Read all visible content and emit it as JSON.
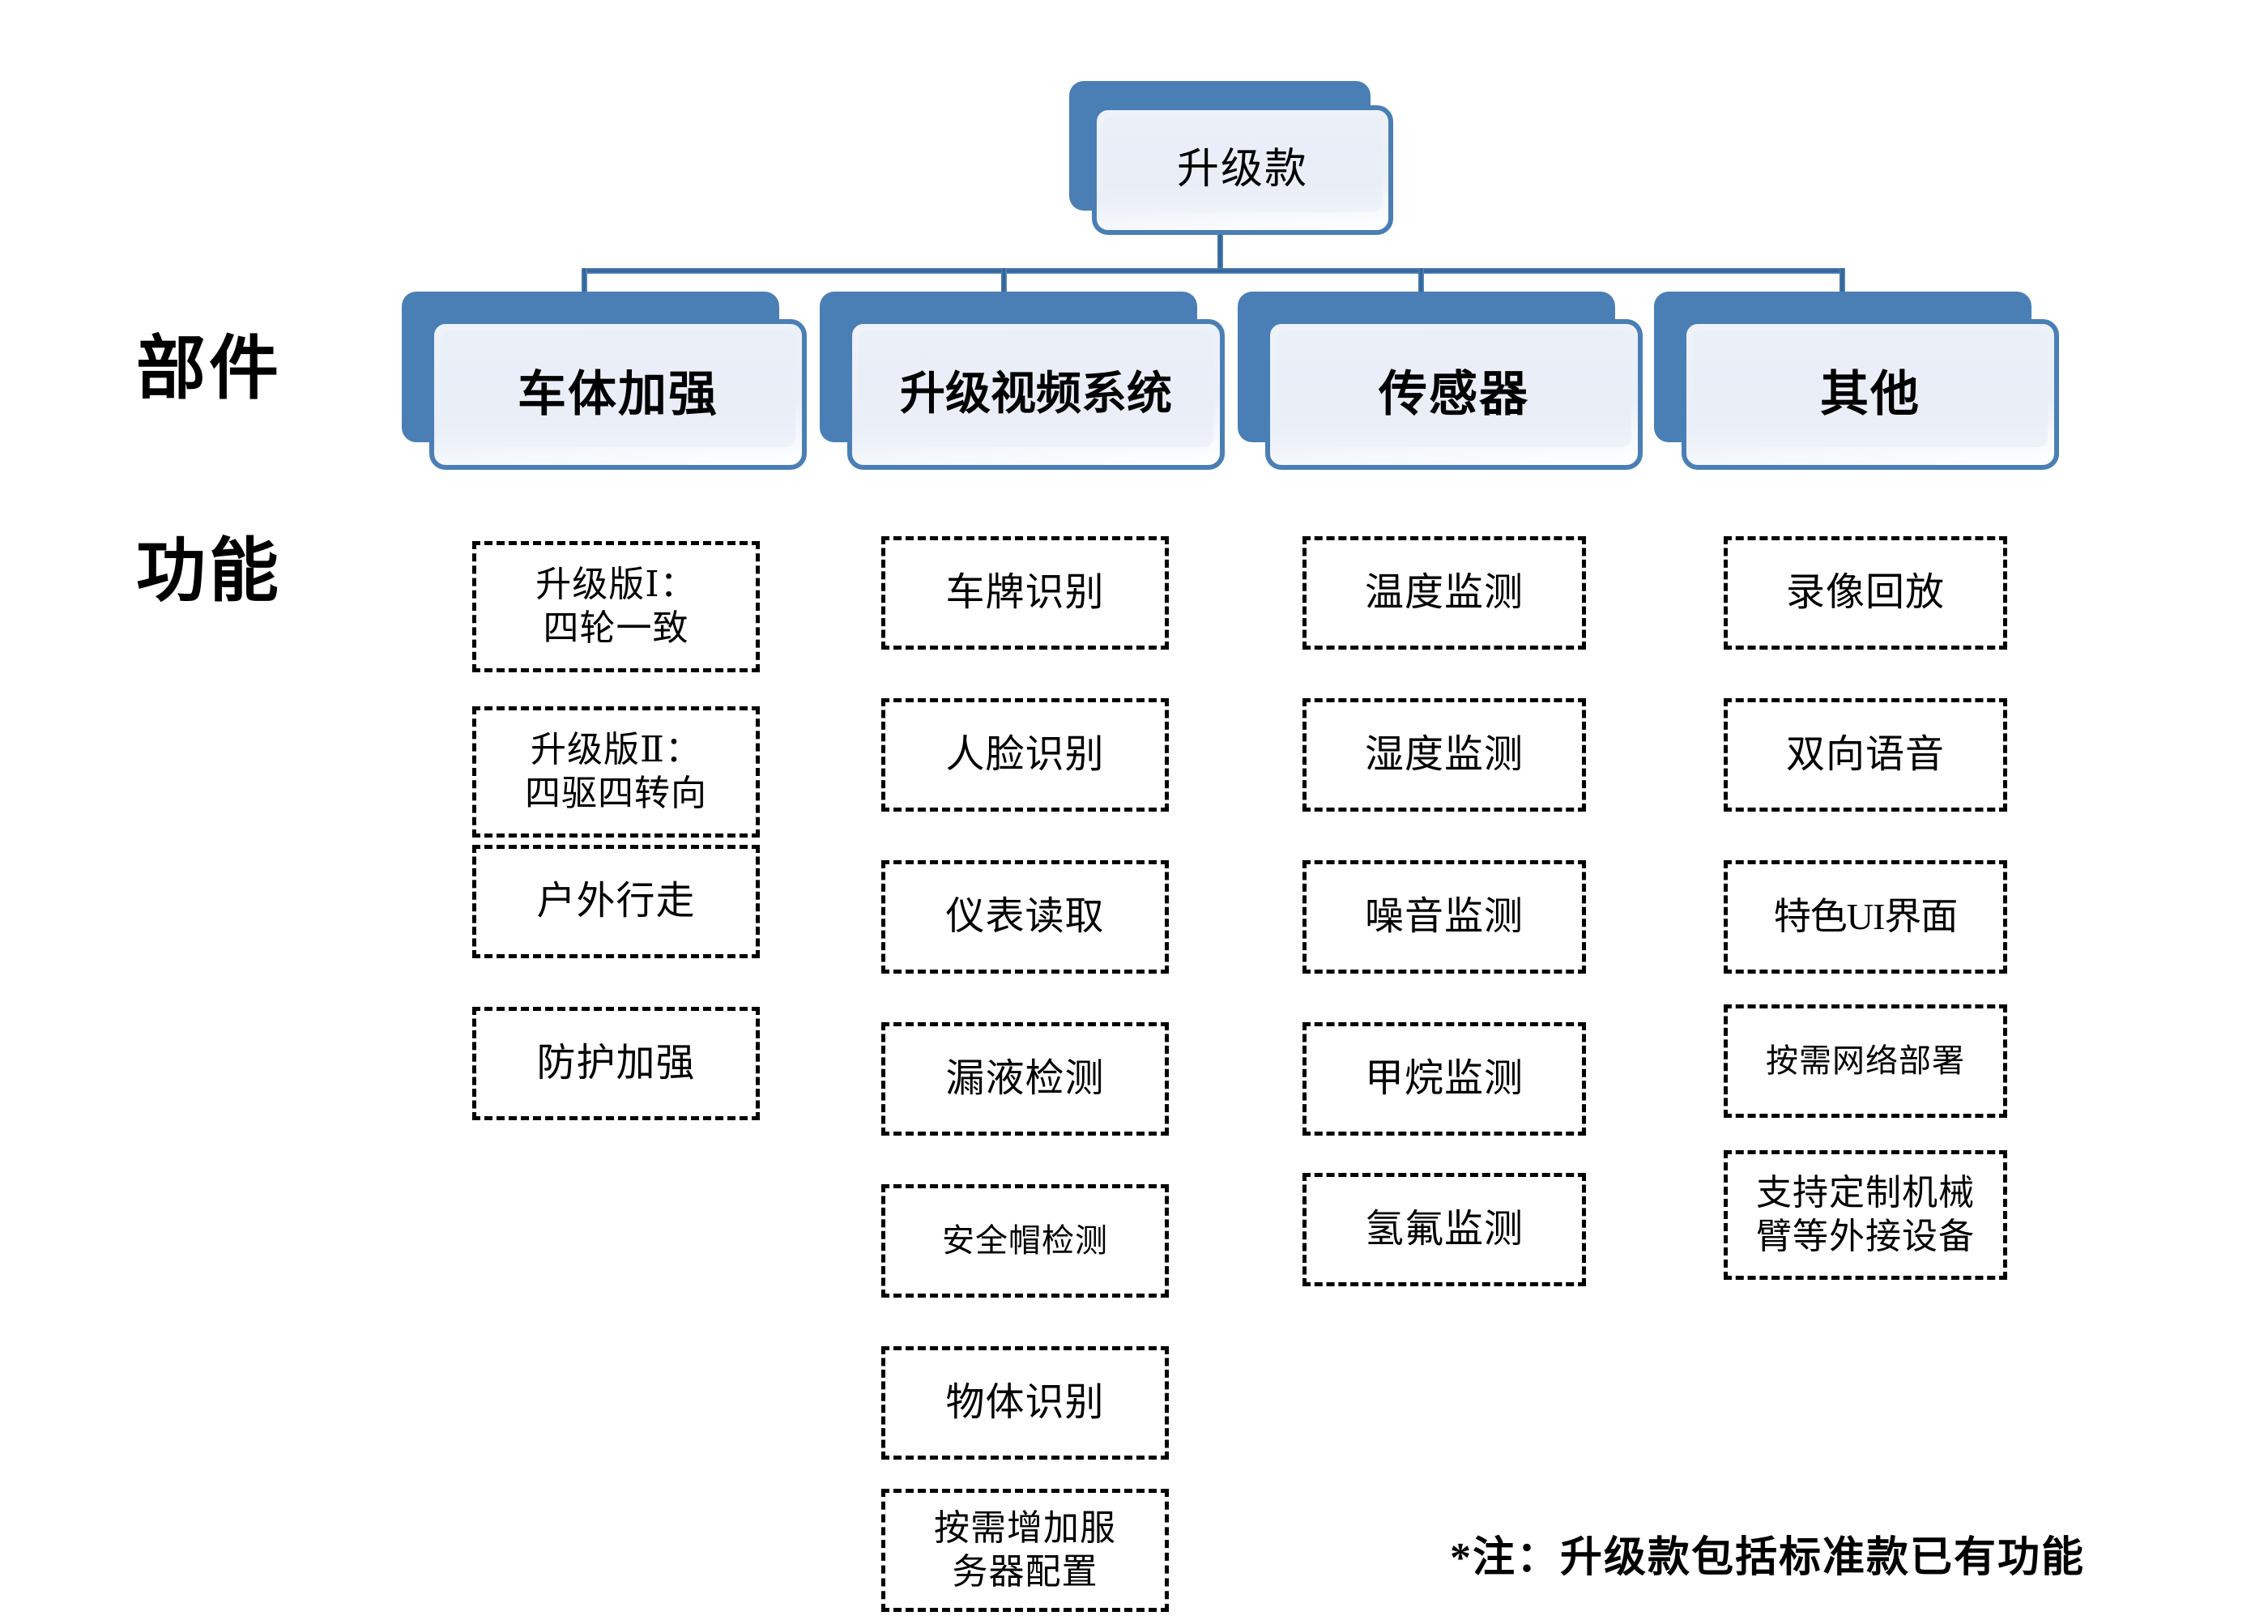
{
  "row_labels": {
    "components": "部件",
    "functions": "功能"
  },
  "root": {
    "label": "升级款"
  },
  "categories": [
    {
      "label": "车体加强",
      "features": [
        "升级版Ⅰ：\n四轮一致",
        "升级版Ⅱ：\n四驱四转向",
        "户外行走",
        "防护加强"
      ]
    },
    {
      "label": "升级视频系统",
      "features": [
        "车牌识别",
        "人脸识别",
        "仪表读取",
        "漏液检测",
        "安全帽检测",
        "物体识别",
        "按需增加服\n务器配置"
      ]
    },
    {
      "label": "传感器",
      "features": [
        "温度监测",
        "湿度监测",
        "噪音监测",
        "甲烷监测",
        "氢氟监测"
      ]
    },
    {
      "label": "其他",
      "features": [
        "录像回放",
        "双向语音",
        "特色UI界面",
        "按需网络部署",
        "支持定制机械\n臂等外接设备"
      ]
    }
  ],
  "footnote": "*注：升级款包括标准款已有功能",
  "colors": {
    "node_blue": "#4a7fb5",
    "connector_blue": "#2e5f8f",
    "node_fill": "#eaeff8",
    "dashed_border": "#000000",
    "text": "#000000"
  }
}
